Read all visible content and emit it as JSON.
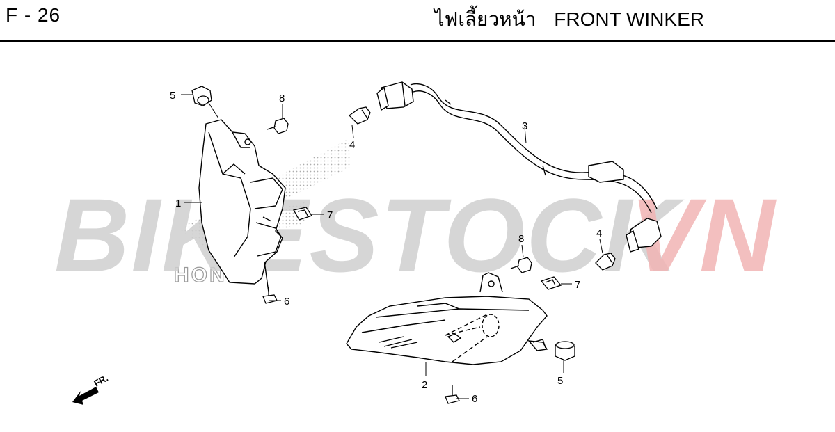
{
  "header": {
    "page_code": "F - 26",
    "title_thai": "ไฟเลี้ยวหน้า",
    "title_en": "FRONT WINKER"
  },
  "watermark": {
    "text_gray": "BIKESTOCK",
    "text_red": "VN",
    "gray_color": "#c8c8c8",
    "red_color": "#f2b8b8"
  },
  "brand_mark": "HONDA",
  "direction_label": "FR.",
  "callouts": {
    "winker_left": "1",
    "winker_right": "2",
    "harness": "3",
    "bulb_left": "4",
    "bulb_right": "4",
    "grommet_left": "5",
    "grommet_right": "5",
    "screw_left": "6",
    "screw_right": "6",
    "clip_left": "7",
    "clip_right": "7",
    "nut_left": "8",
    "nut_right": "8"
  }
}
